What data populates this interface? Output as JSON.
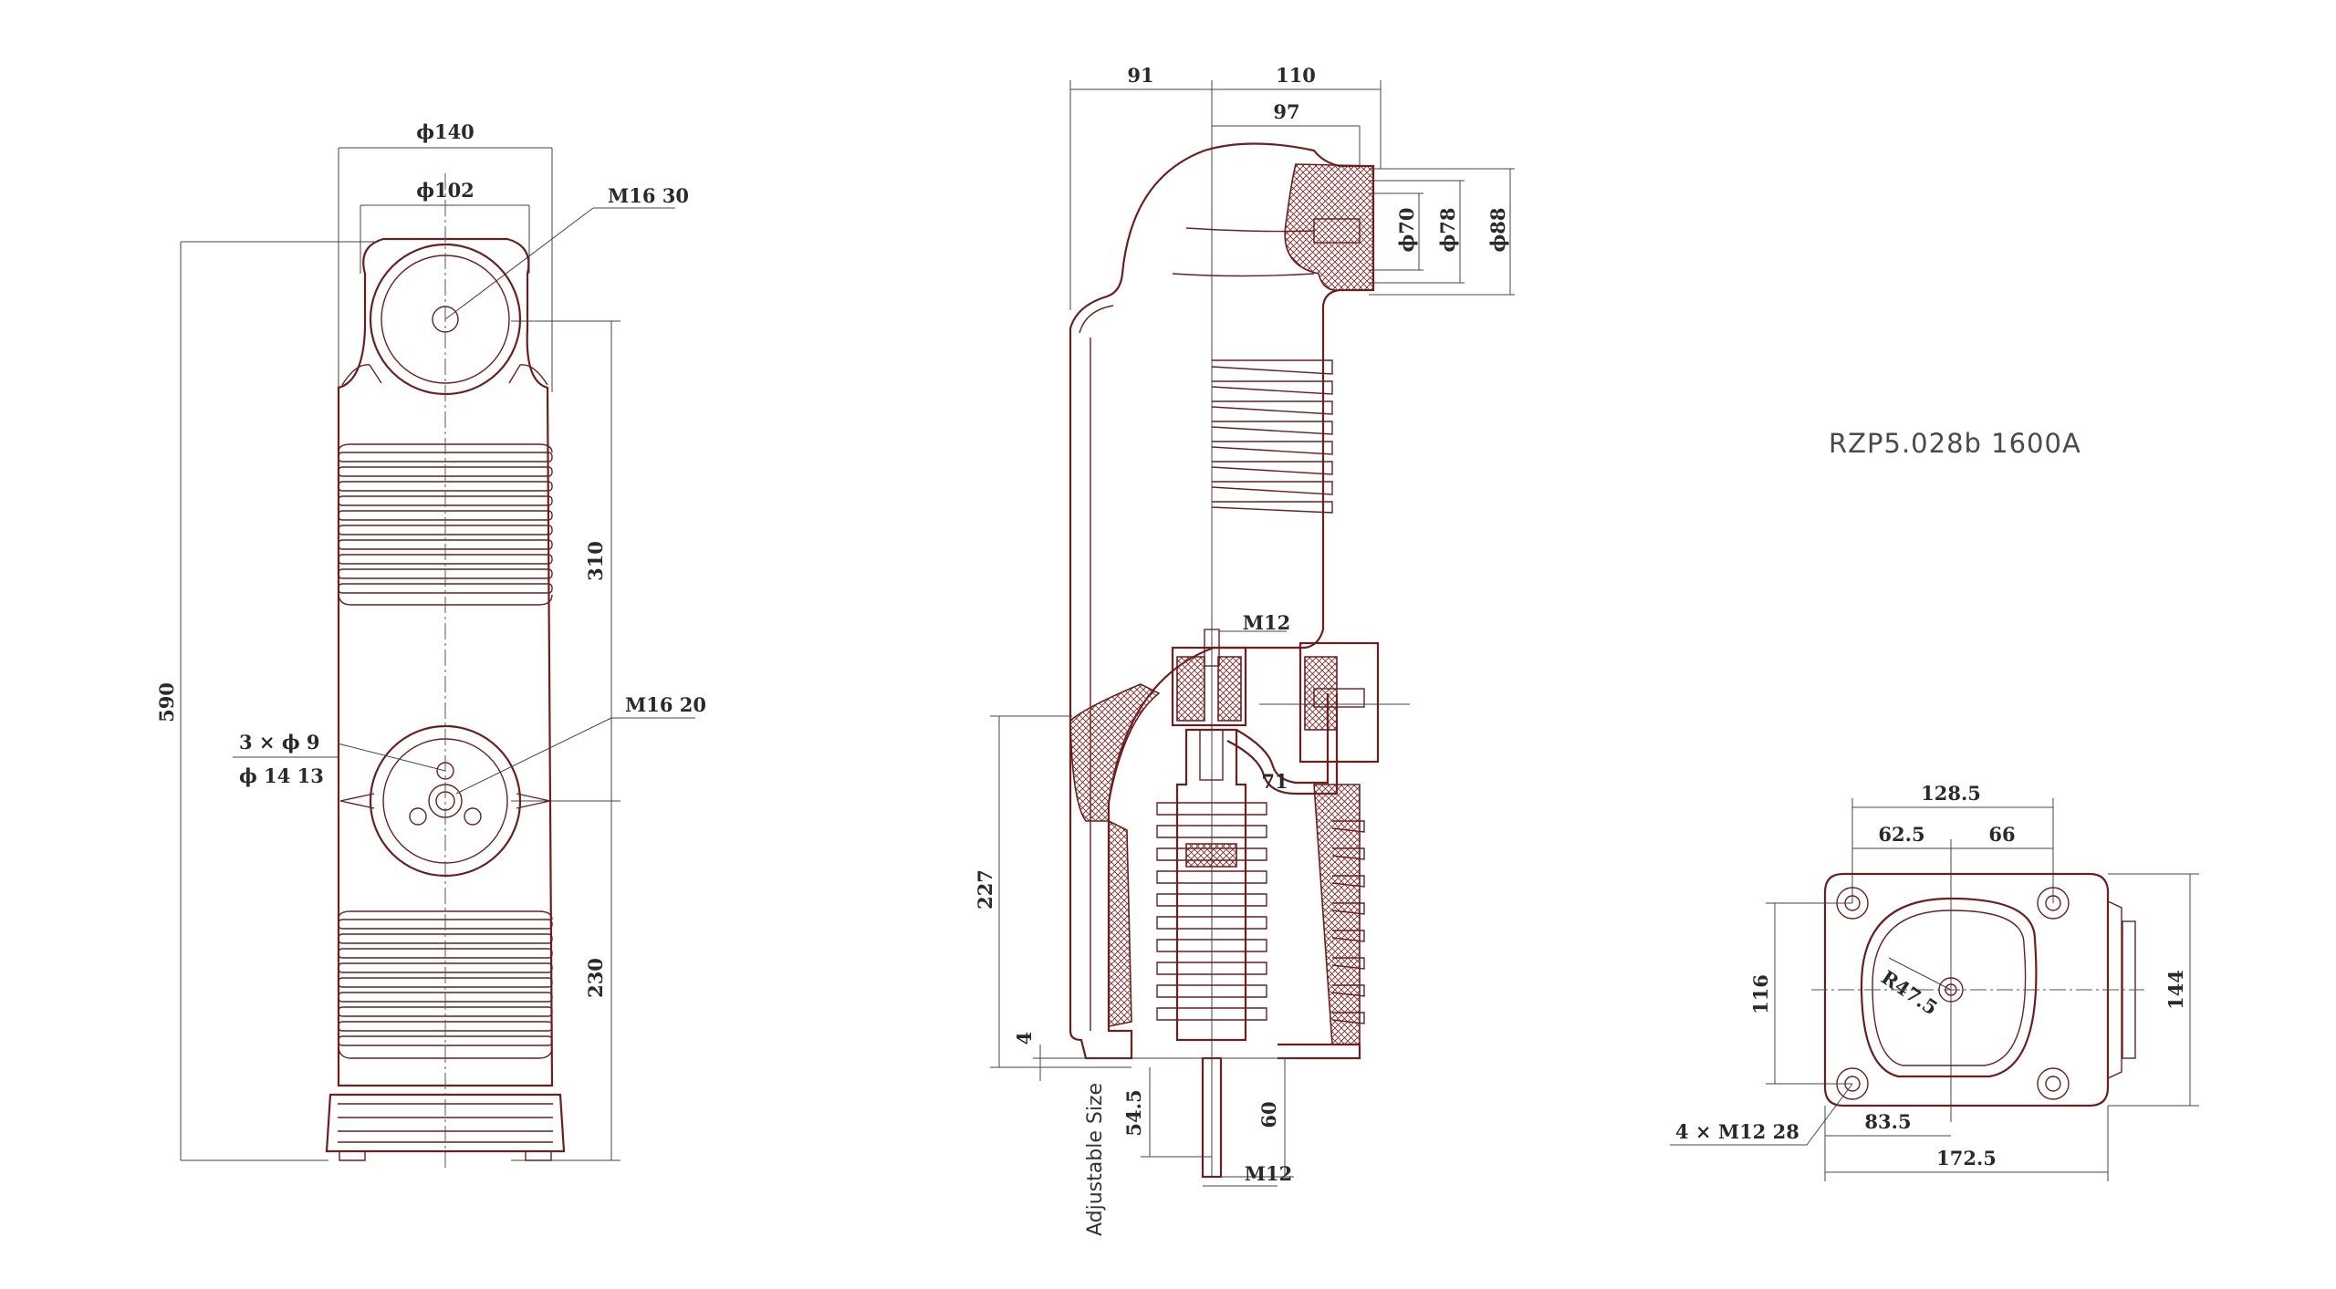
{
  "title": "RZP5.028b 1600A",
  "note": "Adjustable Size",
  "front_view": {
    "d140": "ϕ140",
    "d102": "ϕ102",
    "m16_30": "M16 30",
    "h590": "590",
    "h310": "310",
    "m16_20": "M16 20",
    "holes_line1": "3 × ϕ 9",
    "holes_line2": "ϕ 14 13",
    "h230": "230"
  },
  "side_view": {
    "w91": "91",
    "w110": "110",
    "w97": "97",
    "d70": "ϕ70",
    "d78": "ϕ78",
    "d88": "ϕ88",
    "m12_top": "M12",
    "r71": "71",
    "h227": "227",
    "h4": "4",
    "h54_5": "54.5",
    "h60": "60",
    "m12_bottom": "M12"
  },
  "bottom_view": {
    "w128_5": "128.5",
    "w62_5": "62.5",
    "w66": "66",
    "h116": "116",
    "h144": "144",
    "r47_5": "R47.5",
    "holes": "4 × M12 28",
    "w83_5": "83.5",
    "w172_5": "172.5"
  }
}
